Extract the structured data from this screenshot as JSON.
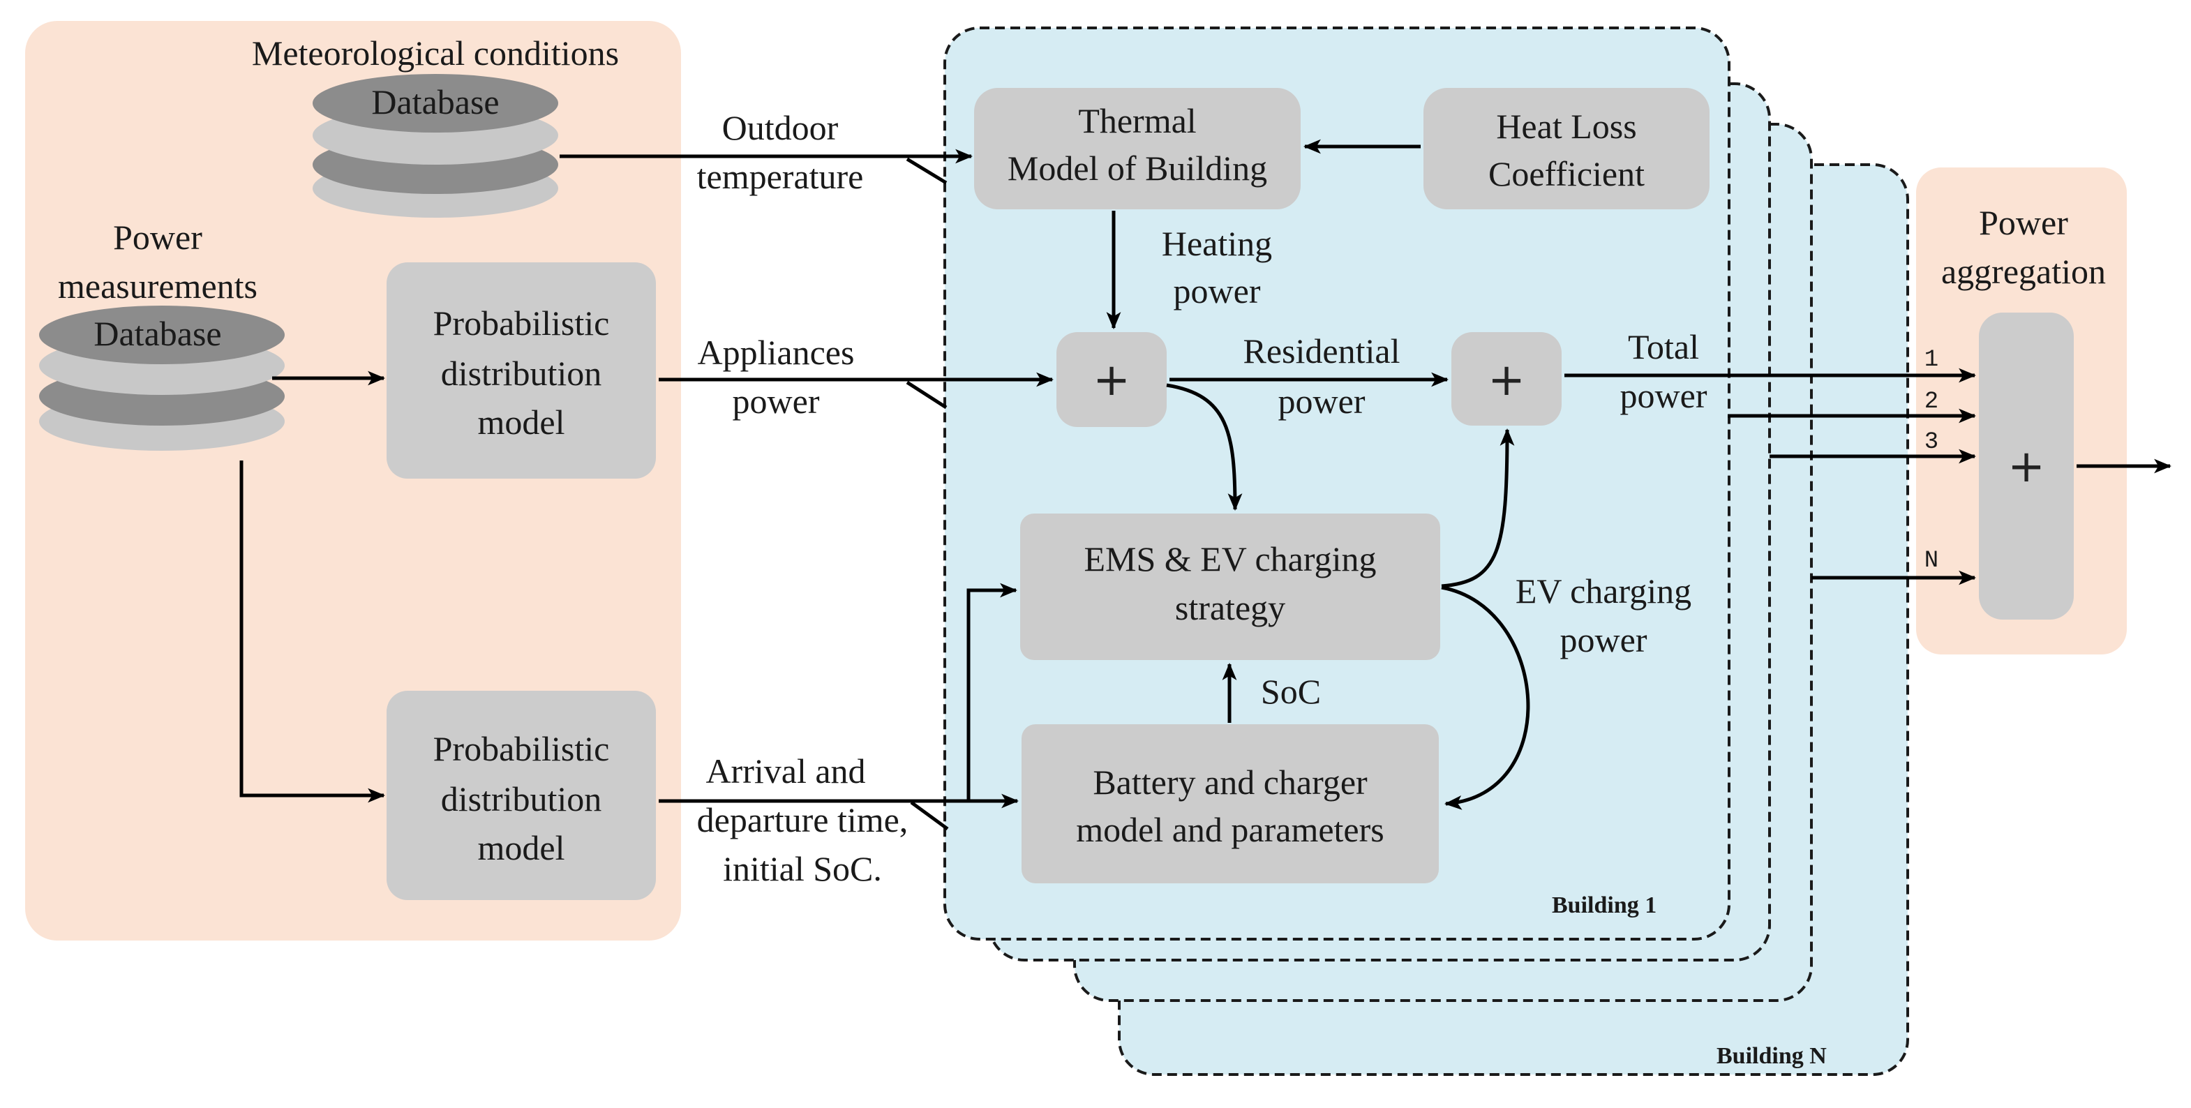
{
  "colors": {
    "data_panel": "#fbe3d4",
    "building_panel": "#d6ecf3",
    "block": "#cccccc",
    "disk_light": "#c8c8c8",
    "disk_dark": "#8c8c8c"
  },
  "data_source": {
    "meteo_title": "Meteorological conditions",
    "meteo_db": "Database",
    "power_title_1": "Power",
    "power_title_2": "measurements",
    "power_db": "Database"
  },
  "blocks": {
    "prob_model_1": [
      "Probabilistic",
      "distribution",
      "model"
    ],
    "prob_model_2": [
      "Probabilistic",
      "distribution",
      "model"
    ],
    "thermal_model": [
      "Thermal",
      "Model of Building"
    ],
    "heat_loss": [
      "Heat Loss",
      "Coefficient"
    ],
    "ems": [
      "EMS & EV charging",
      "strategy"
    ],
    "battery": [
      "Battery and charger",
      "model and parameters"
    ],
    "sum_symbol": "+"
  },
  "signals": {
    "outdoor_temp": [
      "Outdoor",
      "temperature"
    ],
    "appliances_power": [
      "Appliances",
      "power"
    ],
    "arrival": [
      "Arrival and",
      "departure time,",
      "initial SoC."
    ],
    "heating_power": [
      "Heating",
      "power"
    ],
    "residential_power": [
      "Residential",
      "power"
    ],
    "total_power": [
      "Total",
      "power"
    ],
    "ev_charging_power": [
      "EV charging",
      "power"
    ],
    "soc": "SoC"
  },
  "buildings": {
    "first": "Building 1",
    "last": "Building N"
  },
  "aggregation": {
    "title": [
      "Power",
      "aggregation"
    ],
    "ports": [
      "1",
      "2",
      "3",
      "N"
    ]
  }
}
